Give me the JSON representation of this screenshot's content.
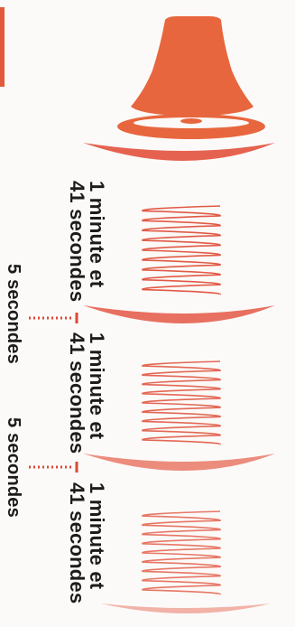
{
  "colors": {
    "accent": "#e8663e",
    "pulse": "#e15a46",
    "dotted": "#d94a36",
    "text": "#1c1c1c"
  },
  "icons": {
    "bell": "alarm-bell-icon",
    "wave": "sound-wave-icon"
  },
  "ring_phases": [
    {
      "duration": "1 minute et 41 secondes",
      "line1": "1 minute et",
      "line2": "41 secondes"
    },
    {
      "duration": "1 minute et 41 secondes",
      "line1": "1 minute et",
      "line2": "41 secondes"
    },
    {
      "duration": "1 minute et 41 secondes",
      "line1": "1 minute et",
      "line2": "41 secondes"
    }
  ],
  "pauses": [
    {
      "duration": "5 secondes"
    },
    {
      "duration": "5 secondes"
    }
  ]
}
